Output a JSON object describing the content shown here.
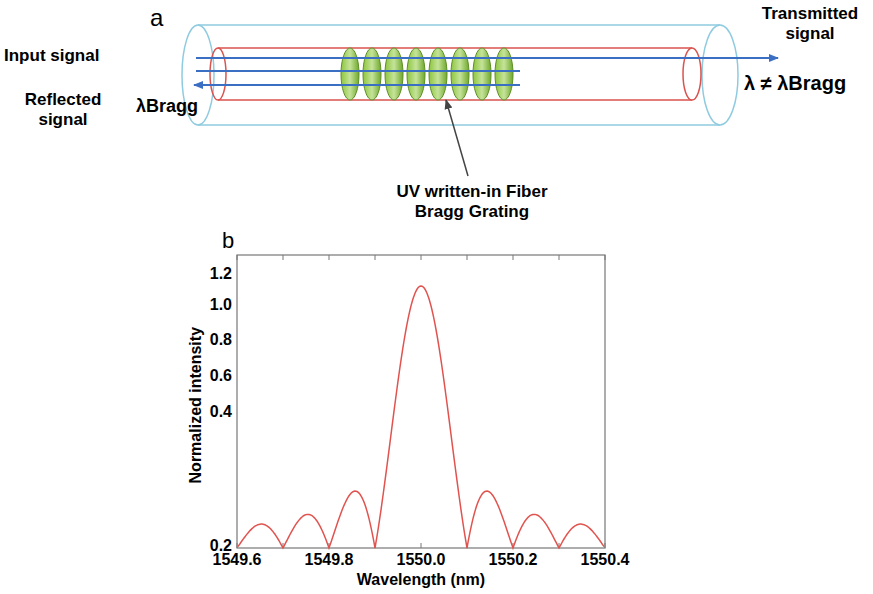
{
  "diagram": {
    "labels": [
      "a",
      "Input signal",
      "Reflected signal",
      "λBragg",
      "Transmitted signal",
      "λ ≠ λBragg",
      "UV written-in Fiber Bragg Grating",
      "b",
      "1.2",
      "1.0",
      "0.8",
      "0.6",
      "0.4",
      "0.2",
      "1549.6",
      "1549.8",
      "1550.0",
      "1550.2",
      "1550.4",
      "Normalized intensity",
      "Wavelength (nm)"
    ]
  }
}
